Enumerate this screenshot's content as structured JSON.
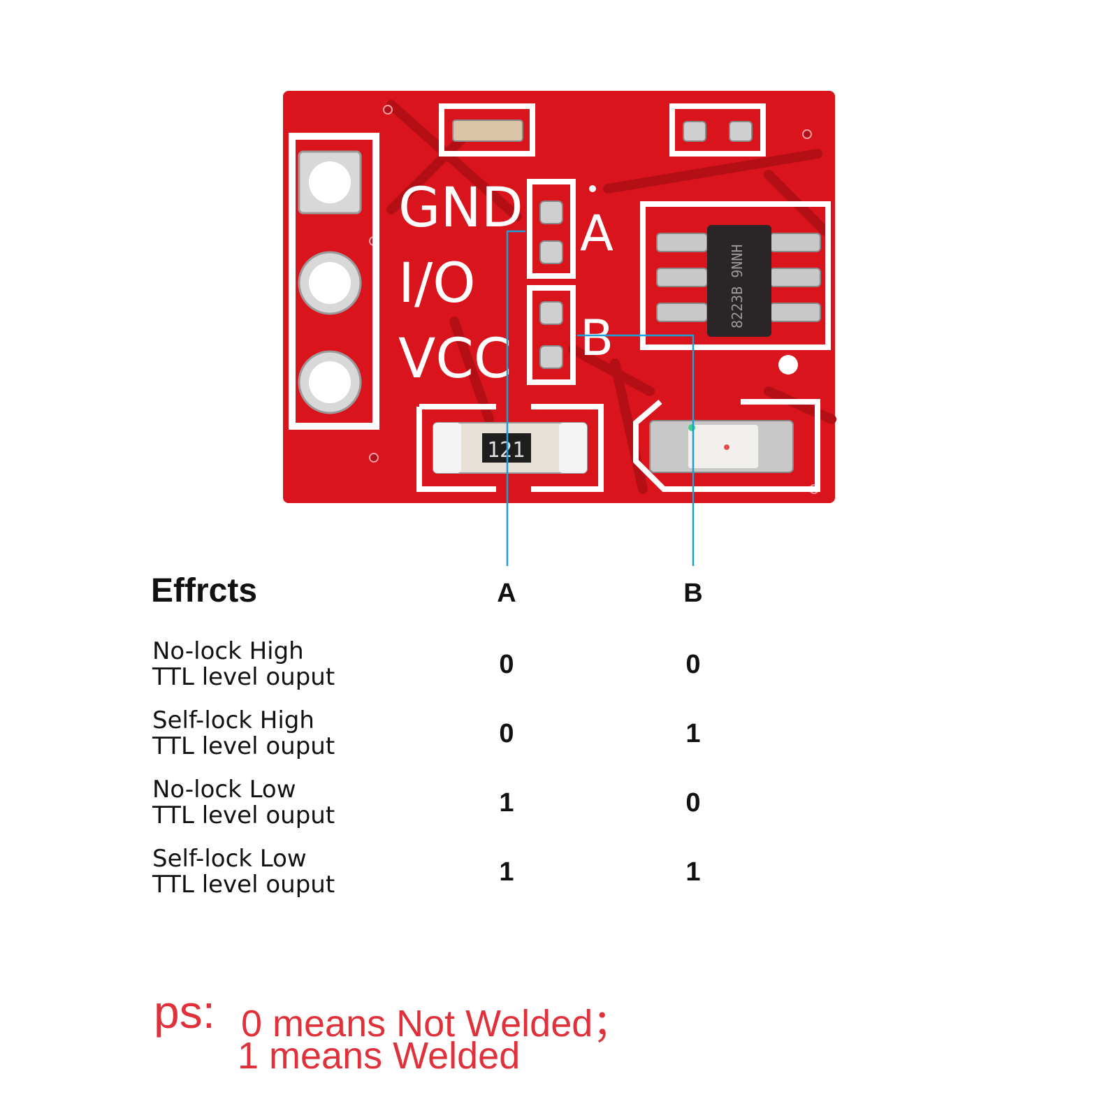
{
  "board": {
    "silk_labels": {
      "gnd": "GND",
      "io": "I/O",
      "vcc": "VCC",
      "pad_a": "A",
      "pad_b": "B"
    },
    "resistor_marking": "121",
    "chip_marking": "8223B 9NNH",
    "colors": {
      "pcb": "#d9141c",
      "silkscreen": "#ffffff",
      "pointer_line": "#1aa0d8",
      "note_text": "#e0303a"
    }
  },
  "table": {
    "title": "Effrcts",
    "col_a": "A",
    "col_b": "B",
    "rows": [
      {
        "line1": "No-lock High",
        "line2": "TTL level ouput",
        "a": "0",
        "b": "0"
      },
      {
        "line1": "Self-lock High",
        "line2": "TTL level ouput",
        "a": "0",
        "b": "1"
      },
      {
        "line1": "No-lock Low",
        "line2": "TTL level ouput",
        "a": "1",
        "b": "0"
      },
      {
        "line1": "Self-lock Low",
        "line2": "TTL level ouput",
        "a": "1",
        "b": "1"
      }
    ]
  },
  "note": {
    "prefix": "ps:",
    "line1": "0 means Not Welded；",
    "line2": "1 means Welded"
  }
}
